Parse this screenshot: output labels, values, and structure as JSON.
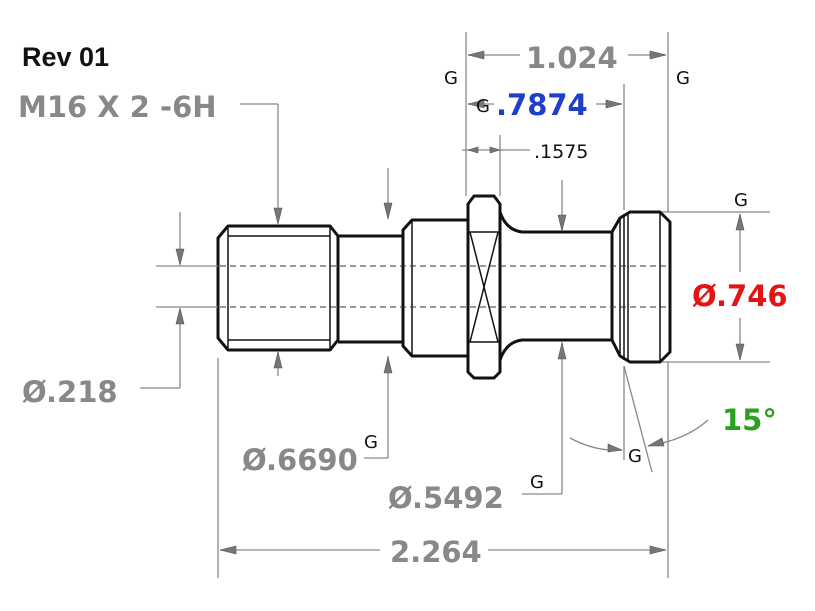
{
  "revision": "Rev 01",
  "thread_callout": "M16 X 2 -6H",
  "dimensions": {
    "overall_length": "2.264",
    "top_span": "1.024",
    "blue_span": ".7874",
    "flange_width": ".1575",
    "dia_head": "Ø.746",
    "dia_bore": "Ø.218",
    "dia_collar": "Ø.6690",
    "dia_shank": "Ø.5492",
    "angle": "15°"
  },
  "gauge_mark": "G",
  "colors": {
    "blue": "#1e3fc8",
    "red": "#e41414",
    "green": "#2aa11e",
    "dimension_gray": "#888888"
  }
}
